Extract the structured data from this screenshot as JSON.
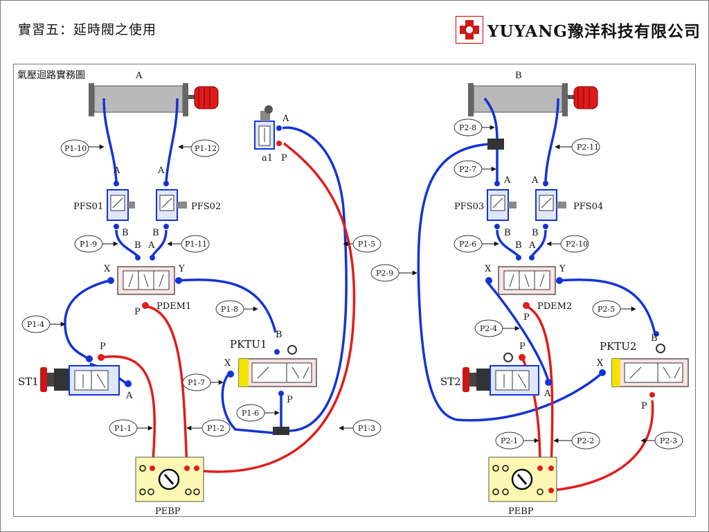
{
  "header": {
    "title": "實習五：延時閥之使用",
    "brand_name": "YUYANG豫洋科技有限公司"
  },
  "frame": {
    "label": "氣壓迴路實務圖"
  },
  "colors": {
    "pressure_line": "#e21b1b",
    "signal_line": "#1433d6",
    "cylinder": "#b9b9b9",
    "panel": "#fdf7b4",
    "cap": "#dd1a1a"
  },
  "left": {
    "cylinder": {
      "label": "A"
    },
    "limit_valve": {
      "label": "a1",
      "port_a": "A",
      "port_p": "P"
    },
    "pfs01": {
      "label": "PFS01",
      "port_a": "A",
      "port_b": "B"
    },
    "pfs02": {
      "label": "PFS02",
      "port_a": "A",
      "port_b": "B"
    },
    "pdem": {
      "label": "PDEM1",
      "port_x": "X",
      "port_y": "Y",
      "port_b": "B",
      "port_a": "A",
      "port_p": "P"
    },
    "pktu": {
      "label": "PKTU1",
      "port_x": "X",
      "port_b": "B",
      "port_p": "P"
    },
    "st": {
      "label": "ST1",
      "port_p": "P",
      "port_a": "A"
    },
    "pebp": {
      "label": "PEBP"
    },
    "tags": [
      "P1-10",
      "P1-12",
      "P1-9",
      "P1-11",
      "P1-4",
      "P1-8",
      "P1-7",
      "P1-6",
      "P1-5",
      "P1-1",
      "P1-2",
      "P1-3"
    ]
  },
  "right": {
    "cylinder": {
      "label": "B"
    },
    "pfs03": {
      "label": "PFS03",
      "port_a": "A",
      "port_b": "B"
    },
    "pfs04": {
      "label": "PFS04",
      "port_a": "A",
      "port_b": "B"
    },
    "pdem": {
      "label": "PDEM2",
      "port_x": "X",
      "port_y": "Y",
      "port_b": "B",
      "port_a": "A",
      "port_p": "P"
    },
    "pktu": {
      "label": "PKTU2",
      "port_x": "X",
      "port_b": "B",
      "port_p": "P"
    },
    "st": {
      "label": "ST2",
      "port_p": "P",
      "port_a": "A"
    },
    "pebp": {
      "label": "PEBP"
    },
    "tags": [
      "P2-8",
      "P2-7",
      "P2-11",
      "P2-6",
      "P2-10",
      "P2-9",
      "P2-4",
      "P2-5",
      "P2-1",
      "P2-2",
      "P2-3"
    ]
  }
}
